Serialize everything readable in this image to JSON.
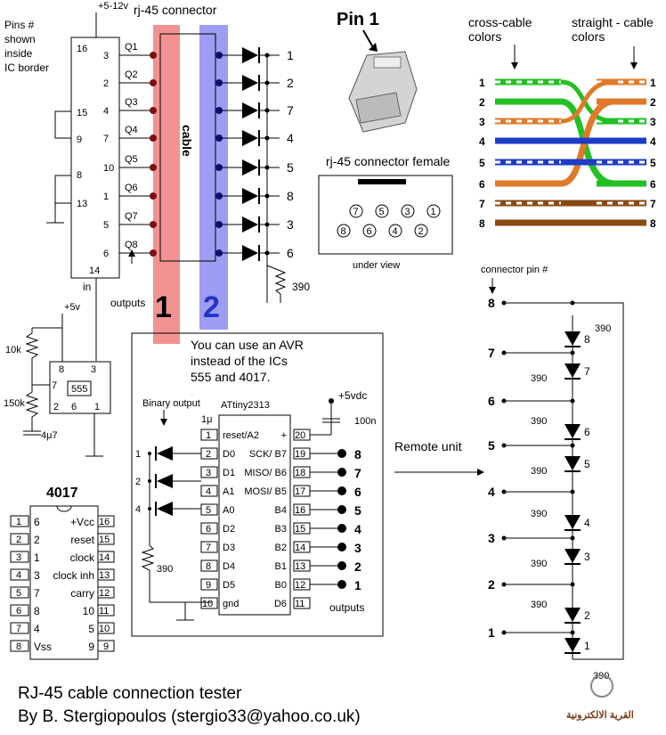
{
  "title": "RJ-45 cable connection tester",
  "author": "By B. Stergiopoulos (stergio33@yahoo.co.uk)",
  "supply_top": "+5-12v",
  "pins_note": [
    "Pins #",
    "shown",
    "inside",
    "IC border"
  ],
  "rj45_label": "rj-45 connector",
  "cable_label": "cable",
  "end1": "1",
  "end2": "2",
  "outputs_label": "outputs",
  "in_label": "in",
  "resistor_390": "390",
  "ic4017_left_pins": [
    "16",
    "15",
    "9",
    "8",
    "13",
    "14"
  ],
  "ic4017_right_pins": [
    "3",
    "2",
    "4",
    "7",
    "10",
    "1",
    "5",
    "6"
  ],
  "q_labels": [
    "Q1",
    "Q2",
    "Q3",
    "Q4",
    "Q5",
    "Q6",
    "Q7",
    "Q8"
  ],
  "led_pin_labels": [
    "1",
    "2",
    "7",
    "4",
    "5",
    "8",
    "3",
    "6"
  ],
  "pin1_title": "Pin 1",
  "female_title": "rj-45 connector  female",
  "female_row1": [
    "7",
    "5",
    "3",
    "1"
  ],
  "female_row2": [
    "8",
    "6",
    "4",
    "2"
  ],
  "under_view": "under view",
  "cross_colors": "cross-cable colors",
  "straight_colors": "straight - cable colors",
  "wire_nums": [
    "1",
    "2",
    "3",
    "4",
    "5",
    "6",
    "7",
    "8"
  ],
  "wire_colors": {
    "green": "#22c022",
    "orange": "#e07a2a",
    "blue": "#1e3cc8",
    "brown": "#8a4a14"
  },
  "connector_pin": "connector pin #",
  "remote_unit": "Remote unit",
  "remote_pins": [
    "8",
    "7",
    "6",
    "5",
    "4",
    "3",
    "2",
    "1"
  ],
  "remote_led_labels": [
    "8",
    "7",
    "6",
    "5",
    "4",
    "3",
    "2",
    "1"
  ],
  "avr_note": [
    "You can use an AVR",
    "instead of the  ICs",
    "555 and 4017."
  ],
  "binary_output": "Binary output",
  "avr_chip": "ATtiny2313",
  "vdc": "+5vdc",
  "cap_100n": "100n",
  "cap_1u": "1μ",
  "avr_left": [
    {
      "pin": "1",
      "name": "reset/A2"
    },
    {
      "pin": "2",
      "name": "D0"
    },
    {
      "pin": "3",
      "name": "D1"
    },
    {
      "pin": "4",
      "name": "A1"
    },
    {
      "pin": "5",
      "name": "A0"
    },
    {
      "pin": "6",
      "name": "D2"
    },
    {
      "pin": "7",
      "name": "D3"
    },
    {
      "pin": "8",
      "name": "D4"
    },
    {
      "pin": "9",
      "name": "D5"
    },
    {
      "pin": "10",
      "name": "gnd"
    }
  ],
  "avr_right": [
    {
      "pin": "20",
      "name": "+"
    },
    {
      "pin": "19",
      "name": "SCK/ B7"
    },
    {
      "pin": "18",
      "name": "MISO/ B6"
    },
    {
      "pin": "17",
      "name": "MOSI/ B5"
    },
    {
      "pin": "16",
      "name": "B4"
    },
    {
      "pin": "15",
      "name": "B3"
    },
    {
      "pin": "14",
      "name": "B2"
    },
    {
      "pin": "13",
      "name": "B1"
    },
    {
      "pin": "12",
      "name": "B0"
    },
    {
      "pin": "11",
      "name": "D6"
    }
  ],
  "avr_outputs": [
    "8",
    "7",
    "6",
    "5",
    "4",
    "3",
    "2",
    "1"
  ],
  "binary_leds": [
    "1",
    "2",
    "4"
  ],
  "ic555": {
    "name": "555",
    "pins": [
      "8",
      "3",
      "7",
      "2",
      "6",
      "1"
    ]
  },
  "r555": [
    "10k",
    "150k"
  ],
  "c555": "4μ7",
  "supply_555": "+5v",
  "ic4017_name": "4017",
  "ic4017_left": [
    {
      "pin": "1",
      "name": "6"
    },
    {
      "pin": "2",
      "name": "2"
    },
    {
      "pin": "3",
      "name": "1"
    },
    {
      "pin": "4",
      "name": "3"
    },
    {
      "pin": "5",
      "name": "7"
    },
    {
      "pin": "6",
      "name": "8"
    },
    {
      "pin": "7",
      "name": "4"
    },
    {
      "pin": "8",
      "name": "Vss"
    }
  ],
  "ic4017_right": [
    {
      "pin": "16",
      "name": "+Vcc"
    },
    {
      "pin": "15",
      "name": "reset"
    },
    {
      "pin": "14",
      "name": "clock"
    },
    {
      "pin": "13",
      "name": "clock inh"
    },
    {
      "pin": "12",
      "name": "carry"
    },
    {
      "pin": "11",
      "name": "10"
    },
    {
      "pin": "10",
      "name": "5"
    },
    {
      "pin": "9",
      "name": "9"
    }
  ],
  "logo_text": "القرية الالكترونية"
}
